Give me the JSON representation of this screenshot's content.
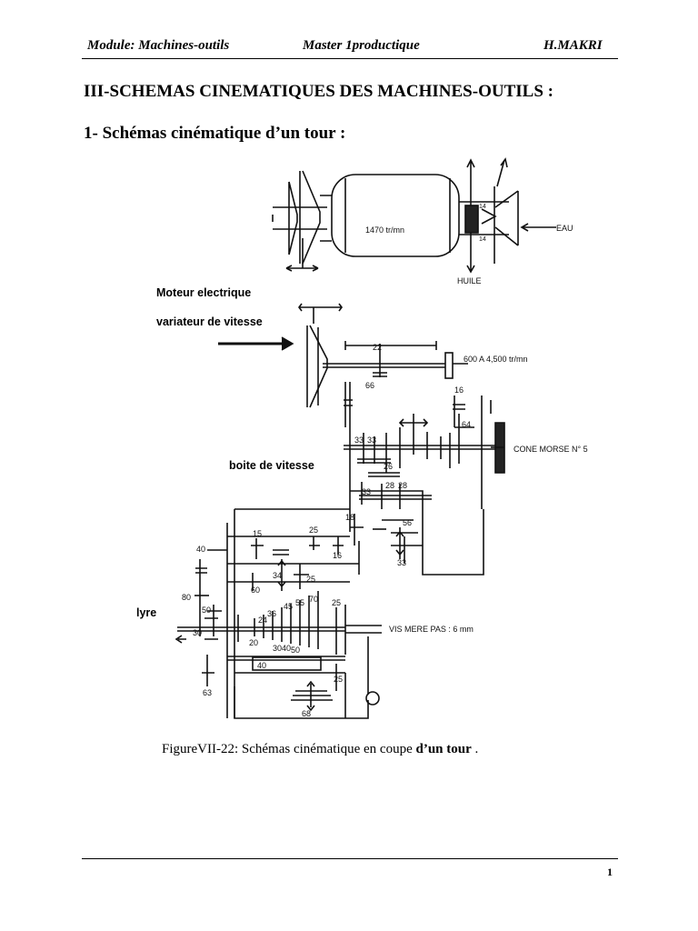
{
  "header": {
    "module": "Module: Machines-outils",
    "course": "Master 1productique",
    "author": "H.MAKRI"
  },
  "section_title": "III-SCHEMAS CINEMATIQUES DES MACHINES-OUTILS :",
  "subsection_title": "1- Schémas cinématique d’un tour :",
  "callouts": {
    "motor": "Moteur electrique",
    "variator": "variateur de vitesse",
    "gearbox": "boite de vitesse",
    "lyre": "lyre"
  },
  "diagram_labels": {
    "motor_speed": "1470 tr/mn",
    "water": "EAU",
    "oil": "HUILE",
    "spindle_speed": "600 A 4,500 tr/mn",
    "morse_cone": "CONE MORSE N° 5",
    "lead_screw": "VIS MERE PAS : 6 mm",
    "g14a": "14",
    "g14b": "14",
    "g22": "22",
    "g66": "66",
    "g16a": "16",
    "g64": "64",
    "g33a": "33",
    "g33b": "33",
    "g26": "26",
    "g28a": "28",
    "g28b": "28",
    "g33c": "33",
    "g18": "18",
    "g56": "56",
    "g33d": "33",
    "g25a": "25",
    "g16b": "16",
    "g15": "15",
    "g40a": "40",
    "g60": "60",
    "g34": "34",
    "g25b": "25",
    "g80": "80",
    "g50": "50",
    "g30": "30",
    "g20": "20",
    "g24": "24",
    "g36": "36",
    "g45": "45",
    "g55": "55",
    "g70": "70",
    "g25c": "25",
    "g40b": "40",
    "g25d": "25",
    "g63": "63",
    "g68": "68",
    "g30b": "30",
    "g40c": "40",
    "g50b": "50"
  },
  "caption": {
    "prefix": "FigureVII-22: Schémas cinématique en coupe ",
    "bold": "d’un tour",
    "suffix": " ."
  },
  "page_number": "1"
}
